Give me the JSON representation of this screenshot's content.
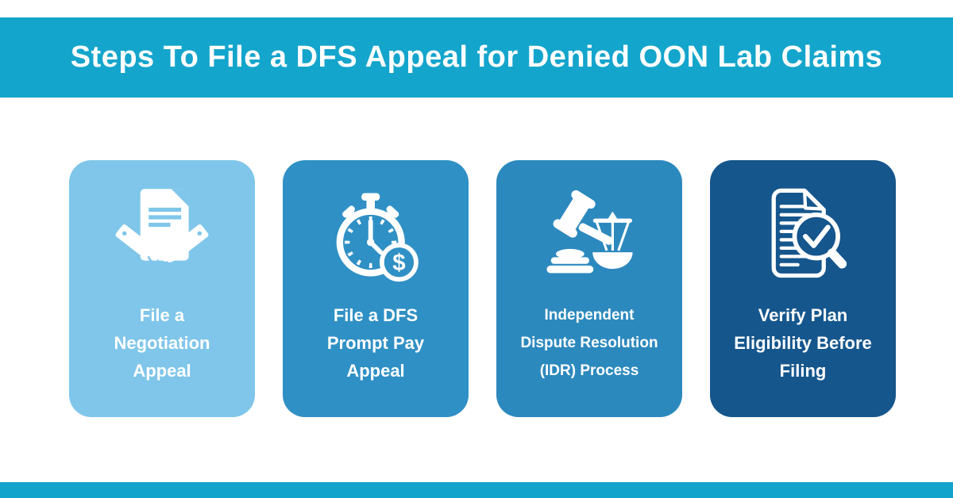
{
  "banner": {
    "title": "Steps To File a DFS Appeal for Denied OON Lab Claims"
  },
  "colors": {
    "banner_bg": "#14A5CC",
    "bottom_bar_bg": "#12A3CC",
    "label_text": "#FFFFFF",
    "icon_white": "#FFFFFF"
  },
  "cards": [
    {
      "label": "File a Negotiation Appeal",
      "lines": [
        "File a",
        "Negotiation",
        "Appeal"
      ],
      "icon": "handshake-document-icon",
      "color": "#7FC6EA"
    },
    {
      "label": "File a DFS Prompt Pay Appeal",
      "lines": [
        "File a DFS",
        "Prompt Pay",
        "Appeal"
      ],
      "icon": "stopwatch-dollar-icon",
      "badge_text": "$",
      "color": "#2F90C5"
    },
    {
      "label": "Independent Dispute Resolution (IDR) Process",
      "lines": [
        "Independent",
        "Dispute Resolution",
        "(IDR) Process"
      ],
      "icon": "gavel-scales-icon",
      "color": "#2C89BE"
    },
    {
      "label": "Verify Plan Eligibility Before Filing",
      "lines": [
        "Verify Plan",
        "Eligibility Before",
        "Filing"
      ],
      "icon": "document-magnifier-check-icon",
      "color": "#15568D"
    }
  ]
}
